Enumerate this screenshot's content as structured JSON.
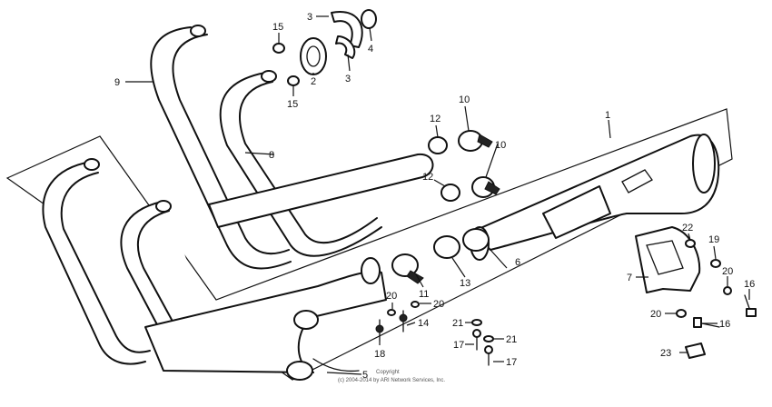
{
  "diagram": {
    "callouts": [
      "1",
      "2",
      "3",
      "3",
      "4",
      "5",
      "6",
      "7",
      "8",
      "9",
      "10",
      "10",
      "11",
      "12",
      "12",
      "13",
      "14",
      "15",
      "15",
      "16",
      "16",
      "17",
      "17",
      "18",
      "19",
      "20",
      "20",
      "20",
      "20",
      "21",
      "21",
      "22",
      "23"
    ],
    "copyright": {
      "line1": "Copyright",
      "line2": "(c) 2004-2014 by ARI Network Services, Inc."
    }
  }
}
